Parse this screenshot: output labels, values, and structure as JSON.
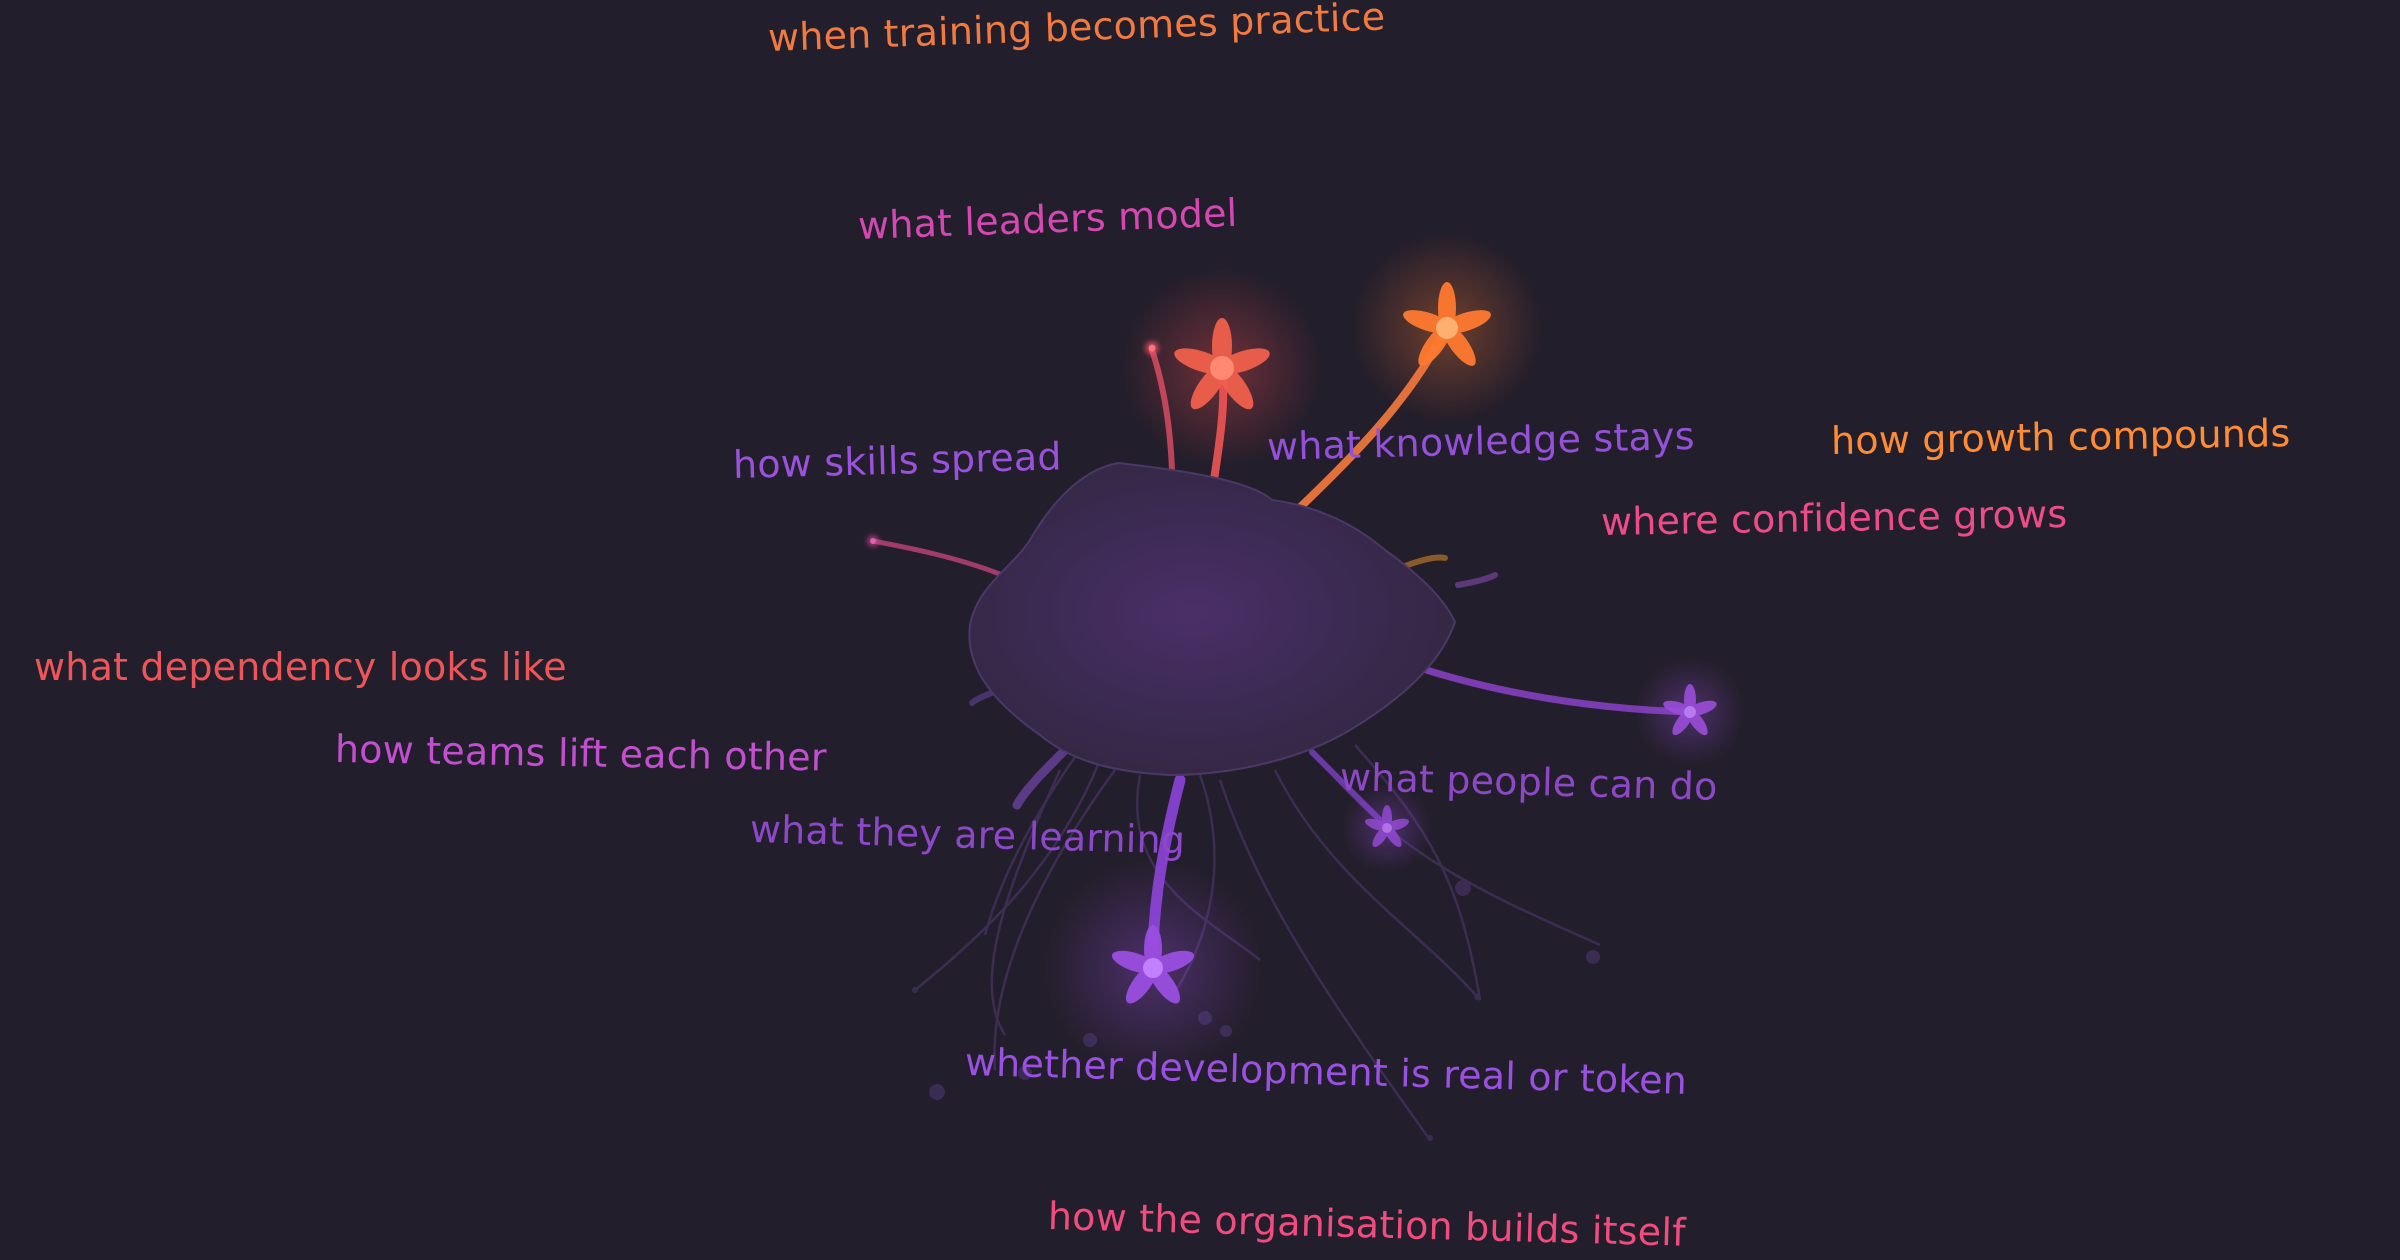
{
  "colors": {
    "background": "#231e2b",
    "body_core": "#4b2f68",
    "body_edge": "#32273f",
    "purple": "#9a4ee0",
    "violet": "#8a48d0",
    "magenta": "#d244b6",
    "pink": "#f04c8c",
    "red": "#f0585a",
    "orange": "#ff7840",
    "amber": "#ff8a2e"
  },
  "labels": [
    {
      "id": "training",
      "text": "when training becomes practice",
      "color": "#f07a40"
    },
    {
      "id": "leaders",
      "text": "what leaders model",
      "color": "#d448b2"
    },
    {
      "id": "skills",
      "text": "how skills spread",
      "color": "#9a52dc"
    },
    {
      "id": "knowledge",
      "text": "what knowledge stays",
      "color": "#9450d8"
    },
    {
      "id": "growth",
      "text": "how growth compounds",
      "color": "#ff8c34"
    },
    {
      "id": "confidence",
      "text": "where confidence grows",
      "color": "#ee4c88"
    },
    {
      "id": "dependency",
      "text": "what dependency looks like",
      "color": "#ee5558"
    },
    {
      "id": "teams",
      "text": "how teams lift each other",
      "color": "#c24ed0"
    },
    {
      "id": "learning",
      "text": "what they are learning",
      "color": "#8c48c8"
    },
    {
      "id": "people",
      "text": "what people can do",
      "color": "#8e48c6"
    },
    {
      "id": "development",
      "text": "whether development is real or token",
      "color": "#9a50e0"
    },
    {
      "id": "organisation",
      "text": "how the organisation builds itself",
      "color": "#f04c7e"
    }
  ]
}
